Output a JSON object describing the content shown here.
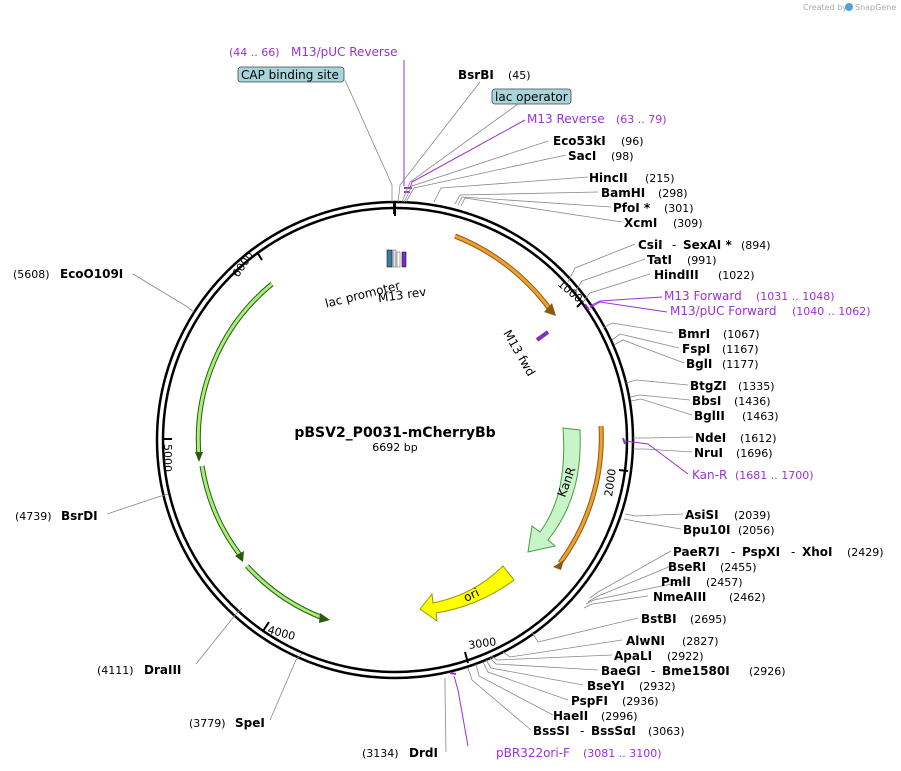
{
  "credit": {
    "prefix": "Created by",
    "brand": "SnapGene"
  },
  "plasmid": {
    "name": "pBSV2_P0031-mCherryBb",
    "size": "6692 bp"
  },
  "ticks": [
    "1000",
    "2000",
    "3000",
    "4000",
    "5000",
    "6000"
  ],
  "inner_labels": {
    "lac_promoter": "lac promoter",
    "m13_rev": "M13 rev",
    "m13_fwd": "M13 fwd",
    "kanr": "KanR",
    "ori": "ori"
  },
  "boxed_features": {
    "cap": "CAP binding site",
    "lac_operator": "lac operator"
  },
  "primers": {
    "m13_puc_reverse": {
      "name": "M13/pUC Reverse",
      "range": "(44 .. 66)"
    },
    "m13_reverse": {
      "name": "M13 Reverse",
      "range": "(63 .. 79)"
    },
    "m13_forward": {
      "name": "M13 Forward",
      "range": "(1031 .. 1048)"
    },
    "m13_puc_forward": {
      "name": "M13/pUC Forward",
      "range": "(1040 .. 1062)"
    },
    "kan_r": {
      "name": "Kan-R",
      "range": "(1681 .. 1700)"
    },
    "pbr322ori_f": {
      "name": "pBR322ori-F",
      "range": "(3081 .. 3100)"
    }
  },
  "enzymes": {
    "bsrbi": {
      "name": "BsrBI",
      "pos": "(45)"
    },
    "eco53ki": {
      "name": "Eco53kI",
      "pos": "(96)"
    },
    "saci": {
      "name": "SacI",
      "pos": "(98)"
    },
    "hincii": {
      "name": "HincII",
      "pos": "(215)"
    },
    "bamhi": {
      "name": "BamHI",
      "pos": "(298)"
    },
    "pfoi": {
      "name": "PfoI *",
      "pos": "(301)"
    },
    "xcmi": {
      "name": "XcmI",
      "pos": "(309)"
    },
    "csii": {
      "name": "CsiI",
      "sep": "-",
      "name2": "SexAI *",
      "pos": "(894)"
    },
    "tati": {
      "name": "TatI",
      "pos": "(991)"
    },
    "hindiii": {
      "name": "HindIII",
      "pos": "(1022)"
    },
    "bmri": {
      "name": "BmrI",
      "pos": "(1067)"
    },
    "fspi": {
      "name": "FspI",
      "pos": "(1167)"
    },
    "bgli": {
      "name": "BglI",
      "pos": "(1177)"
    },
    "btgzi": {
      "name": "BtgZI",
      "pos": "(1335)"
    },
    "bbsi": {
      "name": "BbsI",
      "pos": "(1436)"
    },
    "bglii": {
      "name": "BglII",
      "pos": "(1463)"
    },
    "ndei": {
      "name": "NdeI",
      "pos": "(1612)"
    },
    "nrui": {
      "name": "NruI",
      "pos": "(1696)"
    },
    "asisi": {
      "name": "AsiSI",
      "pos": "(2039)"
    },
    "bpu10i": {
      "name": "Bpu10I",
      "pos": "(2056)"
    },
    "paer7i": {
      "name": "PaeR7I",
      "sep": "-",
      "name2": "PspXI",
      "sep2": "-",
      "name3": "XhoI",
      "pos": "(2429)"
    },
    "bseri": {
      "name": "BseRI",
      "pos": "(2455)"
    },
    "pmli": {
      "name": "PmlI",
      "pos": "(2457)"
    },
    "nmeaiii": {
      "name": "NmeAIII",
      "pos": "(2462)"
    },
    "bstbi": {
      "name": "BstBI",
      "pos": "(2695)"
    },
    "alwni": {
      "name": "AlwNI",
      "pos": "(2827)"
    },
    "apali": {
      "name": "ApaLI",
      "pos": "(2922)"
    },
    "baegi": {
      "name": "BaeGI",
      "sep": "-",
      "name2": "Bme1580I",
      "pos": "(2926)"
    },
    "bseyi": {
      "name": "BseYI",
      "pos": "(2932)"
    },
    "pspfi": {
      "name": "PspFI",
      "pos": "(2936)"
    },
    "haeii": {
      "name": "HaeII",
      "pos": "(2996)"
    },
    "bsssi": {
      "name": "BssSI",
      "sep": "-",
      "name2": "BssSαI",
      "pos": "(3063)"
    },
    "drdi": {
      "name": "DrdI",
      "pos": "(3134)"
    },
    "spei": {
      "name": "SpeI",
      "pos": "(3779)"
    },
    "draiii": {
      "name": "DraIII",
      "pos": "(4111)"
    },
    "bsrdi": {
      "name": "BsrDI",
      "pos": "(4739)"
    },
    "eco0109i": {
      "name": "EcoO109I",
      "pos": "(5608)"
    }
  },
  "colors": {
    "primer": "#9b30d6",
    "cds": "#f0a030",
    "resistance": "#b4f0b4",
    "ori": "#ffff00",
    "cap_box": "#a8d4dc",
    "green_arrow": "#a6f07a",
    "promoter_box": "#3a7ea0"
  }
}
